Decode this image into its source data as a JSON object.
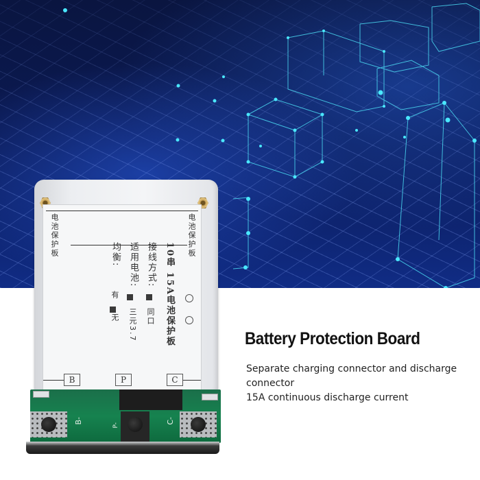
{
  "background": {
    "top_colors": [
      "#0a1540",
      "#0b1a55",
      "#102c85"
    ],
    "accent_glow": "#3fe0ff",
    "bottom_color": "#ffffff"
  },
  "product": {
    "name": "Battery Protection Board",
    "label": {
      "title_line": "10串 15A电池保护板",
      "wiring_label": "接线方式:",
      "wiring_value": "同口",
      "battery_label": "适用电池:",
      "battery_value": "三元3.7",
      "balance_label": "均衡:",
      "balance_yes": "有",
      "balance_no": "无",
      "side_left": "电池保护板",
      "side_right": "电池保护板",
      "terminals": [
        "B",
        "P",
        "C"
      ]
    },
    "pcb_markings": [
      "B-",
      "P-",
      "C-"
    ]
  },
  "text": {
    "title": "Battery Protection Board",
    "features": [
      "Separate charging connector and discharge",
      "connector",
      "15A continuous discharge current"
    ]
  }
}
